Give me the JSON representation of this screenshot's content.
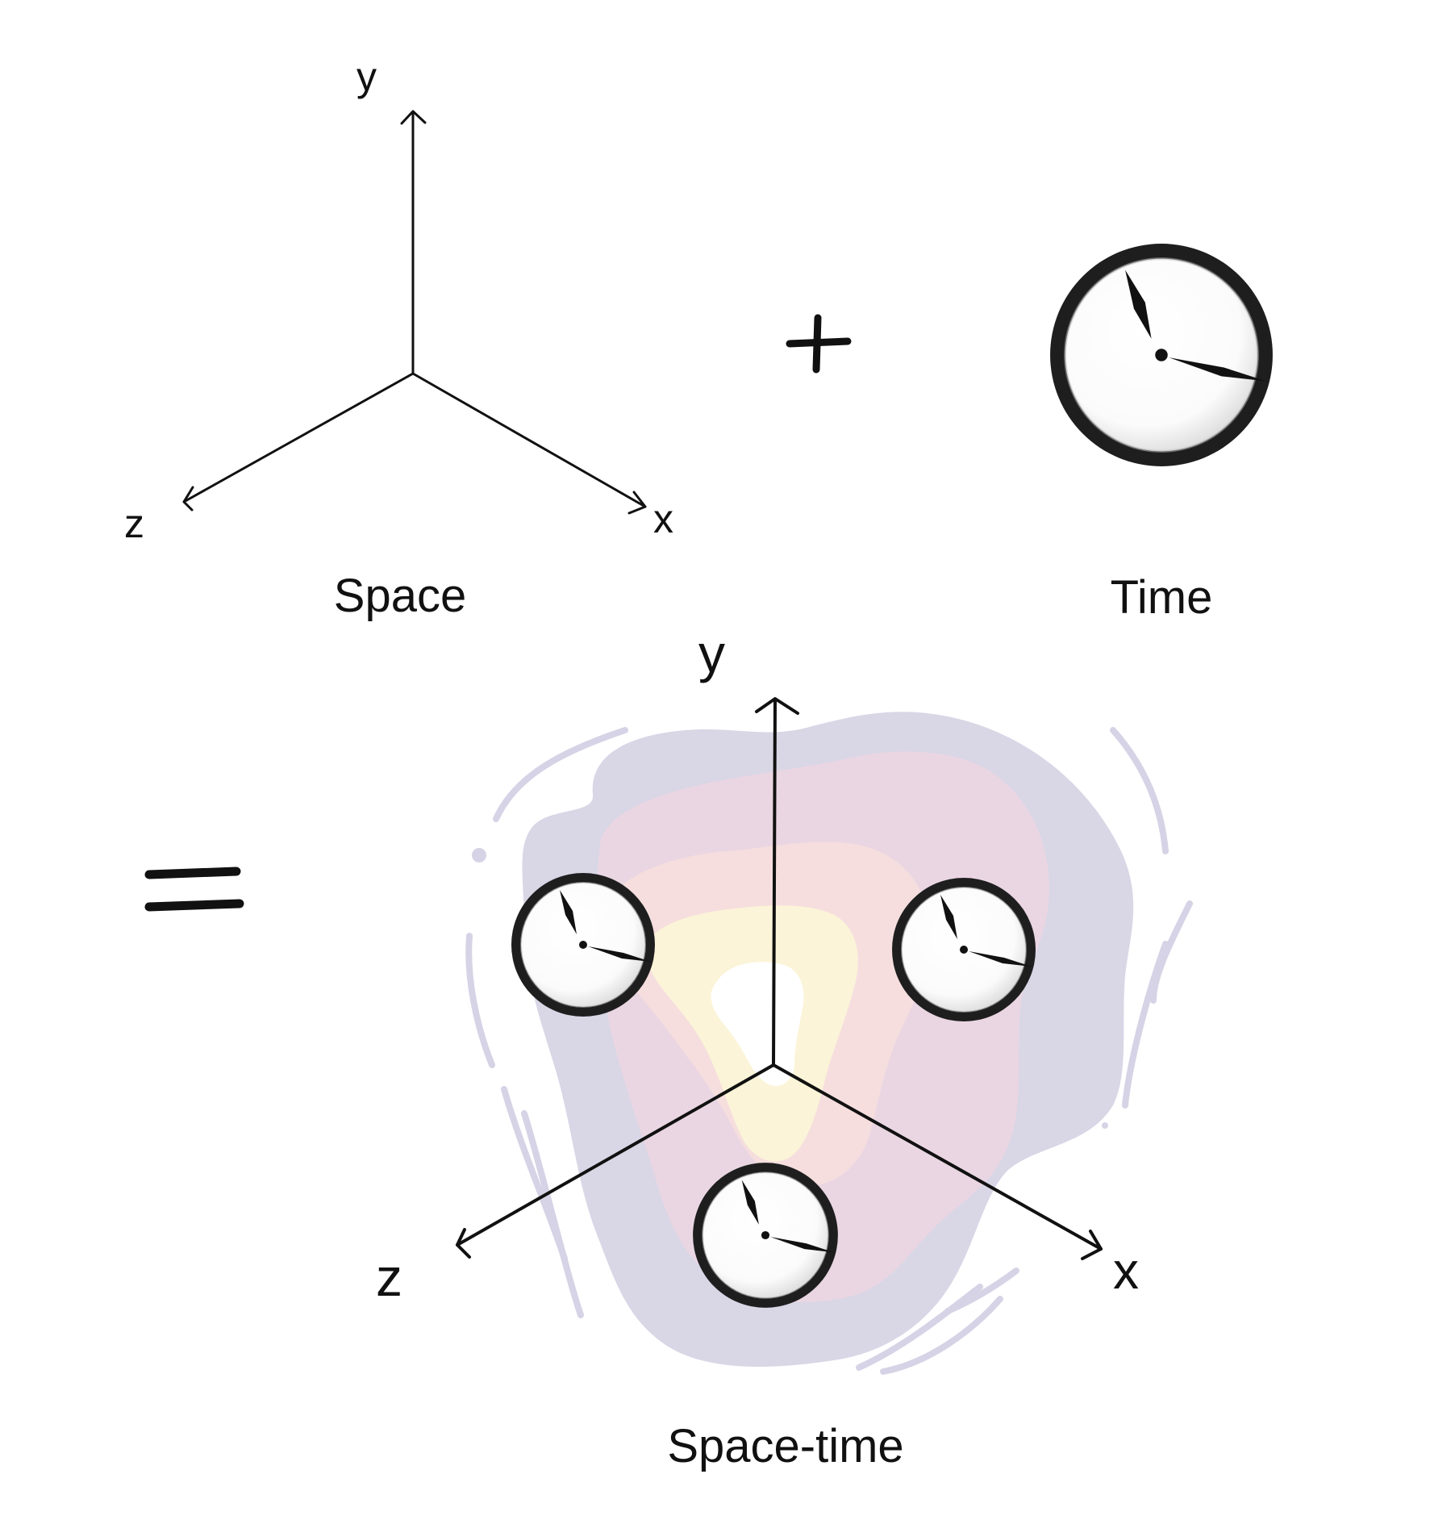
{
  "space_diagram": {
    "caption": "Space",
    "axes": {
      "y": "y",
      "x": "x",
      "z": "z"
    }
  },
  "time_diagram": {
    "caption": "Time",
    "icon": "clock-icon"
  },
  "operators": {
    "plus": "+",
    "equals": "="
  },
  "spacetime_diagram": {
    "caption": "Space-time",
    "axes": {
      "y": "y",
      "x": "x",
      "z": "z"
    },
    "clock_count": 3,
    "icon": "clock-icon"
  },
  "colors": {
    "ink": "#111111",
    "field_outer": "#d9d6e6",
    "field_pink": "#ead6e2",
    "field_salmon": "#f6dede",
    "field_yellow": "#fbf4d8",
    "field_core": "#ffffff",
    "ripple": "#d6d3e6",
    "clock_rim": "#1e1e1e",
    "clock_face": "#ffffff"
  }
}
